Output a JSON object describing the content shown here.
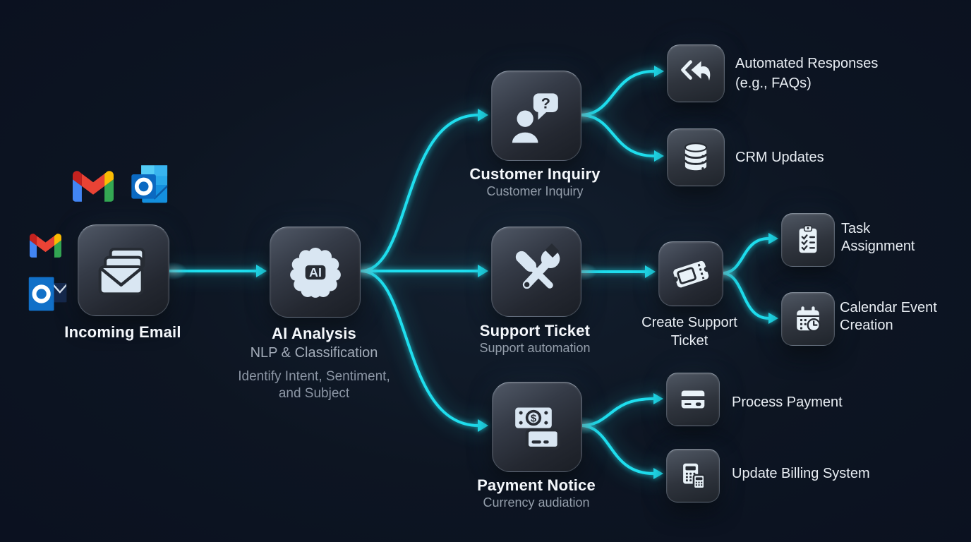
{
  "palette": {
    "background": "#0d1522",
    "connector": "#1fdeee",
    "node_icon_light": "#d9e6f2",
    "node_dark_detail": "#272c34",
    "title_color": "#f4f7fb",
    "subtitle_color": "#949eab",
    "label_color": "#e9eef4",
    "gmail_red": "#EA4335",
    "gmail_blue": "#4285F4",
    "gmail_green": "#34A853",
    "gmail_yellow": "#FBBC04",
    "outlook_blue": "#0f78d4"
  },
  "source_icons": {
    "gmail": "gmail-icon",
    "outlook": "outlook-icon"
  },
  "nodes": {
    "incoming_email": {
      "title": "Incoming Email",
      "icon": "stacked-envelopes-icon"
    },
    "ai_analysis": {
      "title": "AI Analysis",
      "subtitle": "NLP & Classification",
      "description": "Identify Intent, Sentiment, and Subject",
      "badge": "AI",
      "icon": "ai-brain-icon"
    },
    "customer_inquiry": {
      "title": "Customer Inquiry",
      "subtitle": "Customer Inquiry",
      "bubble_glyph": "?",
      "icon": "person-question-icon"
    },
    "support_ticket": {
      "title": "Support Ticket",
      "subtitle": "Support automation",
      "icon": "crossed-tools-icon"
    },
    "payment_notice": {
      "title": "Payment Notice",
      "subtitle": "Currency audiation",
      "currency_glyph": "$",
      "icon": "money-card-icon"
    },
    "create_support_ticket": {
      "label": "Create Support Ticket",
      "icon": "ticket-icon"
    }
  },
  "outputs": {
    "automated_responses": {
      "label": "Automated Responses (e.g., FAQs)",
      "icon": "reply-arrow-icon"
    },
    "crm_updates": {
      "label": "CRM Updates",
      "icon": "database-icon"
    },
    "task_assignment": {
      "label": "Task Assignment",
      "icon": "clipboard-check-icon"
    },
    "calendar_event": {
      "label": "Calendar Event Creation",
      "icon": "calendar-clock-icon"
    },
    "process_payment": {
      "label": "Process Payment",
      "icon": "credit-card-icon"
    },
    "update_billing": {
      "label": "Update Billing System",
      "icon": "calculator-icon"
    }
  },
  "edges": [
    {
      "from": "incoming_email",
      "to": "ai_analysis"
    },
    {
      "from": "ai_analysis",
      "to": "customer_inquiry"
    },
    {
      "from": "ai_analysis",
      "to": "support_ticket"
    },
    {
      "from": "ai_analysis",
      "to": "payment_notice"
    },
    {
      "from": "customer_inquiry",
      "to": "automated_responses"
    },
    {
      "from": "customer_inquiry",
      "to": "crm_updates"
    },
    {
      "from": "support_ticket",
      "to": "create_support_ticket"
    },
    {
      "from": "create_support_ticket",
      "to": "task_assignment"
    },
    {
      "from": "create_support_ticket",
      "to": "calendar_event"
    },
    {
      "from": "payment_notice",
      "to": "process_payment"
    },
    {
      "from": "payment_notice",
      "to": "update_billing"
    }
  ]
}
